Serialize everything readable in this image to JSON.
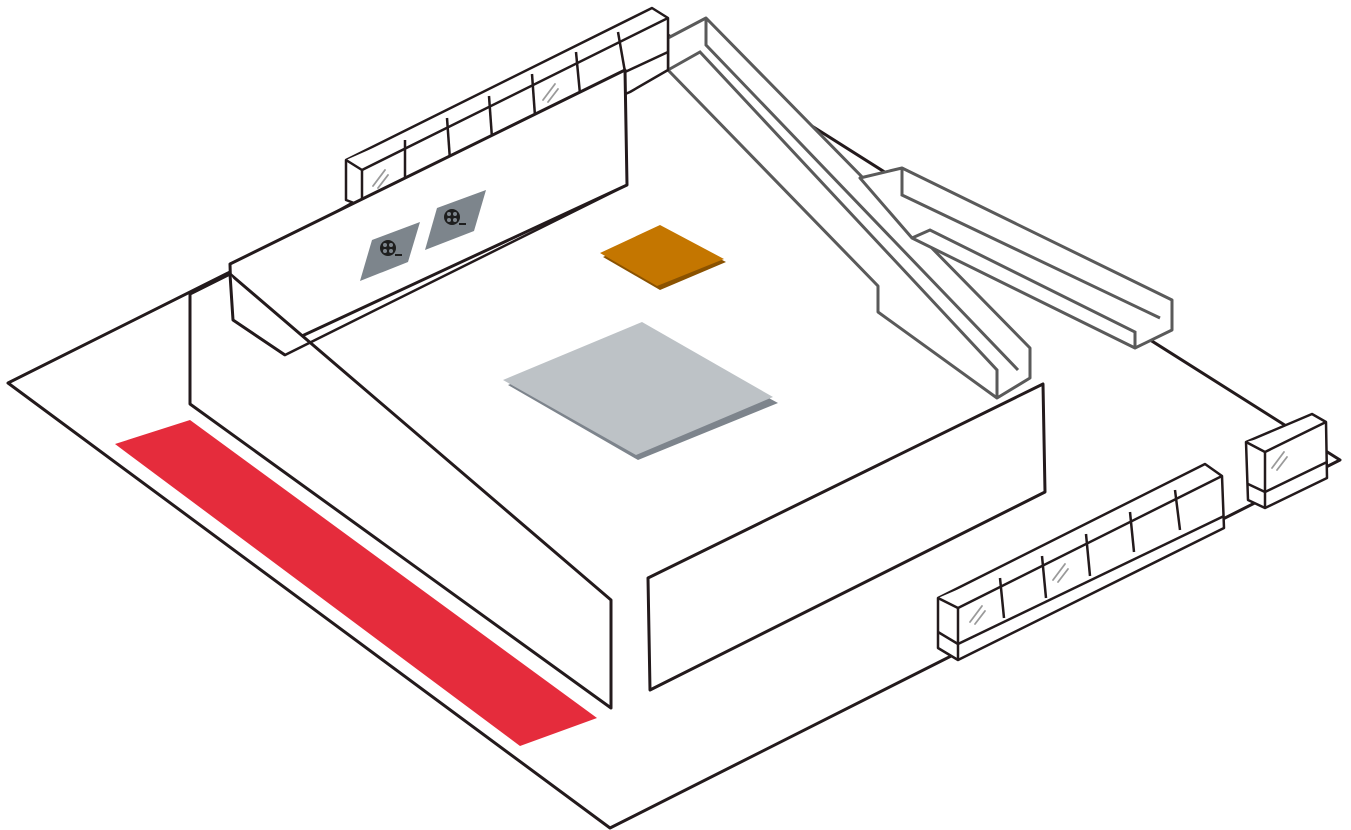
{
  "colors": {
    "outline": "#231a1c",
    "board_fill": "#ffffff",
    "red_strip": "#e52c3c",
    "orange_chip": "#c47600",
    "orange_chip_shadow": "#8a5200",
    "silver_chip": "#bdc2c6",
    "silver_chip_shadow": "#7d848c",
    "port_plate": "#7d858c",
    "rail": "#5a5a5a"
  },
  "components": {
    "board": "mainboard",
    "back_wall": "rear-panel",
    "left_wall": "left-panel",
    "front_wall": "front-panel",
    "red_strip": "red-stripe",
    "orange_chip": "orange-chip",
    "silver_chip": "silver-chip",
    "rails": "memory-rails",
    "connector_rows": [
      "top-connector-row",
      "right-connector-row",
      "corner-connector"
    ],
    "port_icons": [
      "reel-icon",
      "reel-icon"
    ]
  }
}
